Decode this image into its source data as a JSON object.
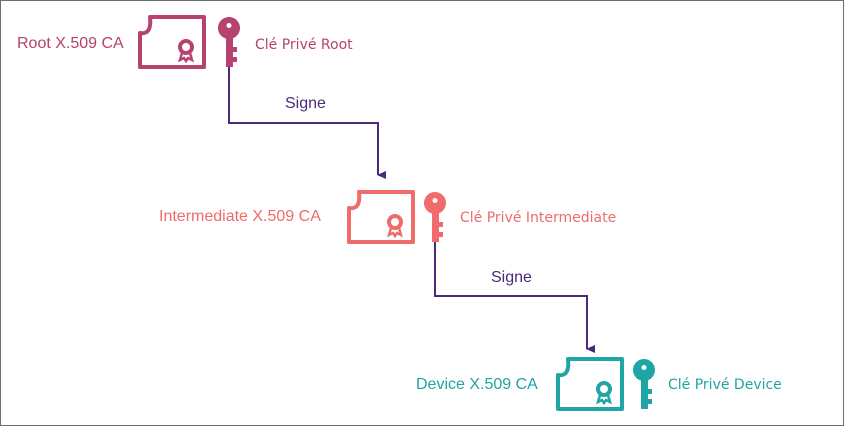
{
  "colors": {
    "root": "#b5426f",
    "intermediate": "#f06b6b",
    "device": "#1fa5a5",
    "arrow": "#4b2a7b",
    "frame": "#6e6e6e"
  },
  "nodes": [
    {
      "id": "root",
      "ca_label": "Root X.509 CA",
      "key_label": "Clé Privé Root",
      "cert_icon": "certificate-icon",
      "key_icon": "key-icon"
    },
    {
      "id": "intermediate",
      "ca_label": "Intermediate X.509 CA",
      "key_label": "Clé Privé Intermediate",
      "cert_icon": "certificate-icon",
      "key_icon": "key-icon"
    },
    {
      "id": "device",
      "ca_label": "Device X.509 CA",
      "key_label": "Clé Privé Device",
      "cert_icon": "certificate-icon",
      "key_icon": "key-icon"
    }
  ],
  "edges": [
    {
      "from": "root",
      "to": "intermediate",
      "label": "Signe"
    },
    {
      "from": "intermediate",
      "to": "device",
      "label": "Signe"
    }
  ]
}
